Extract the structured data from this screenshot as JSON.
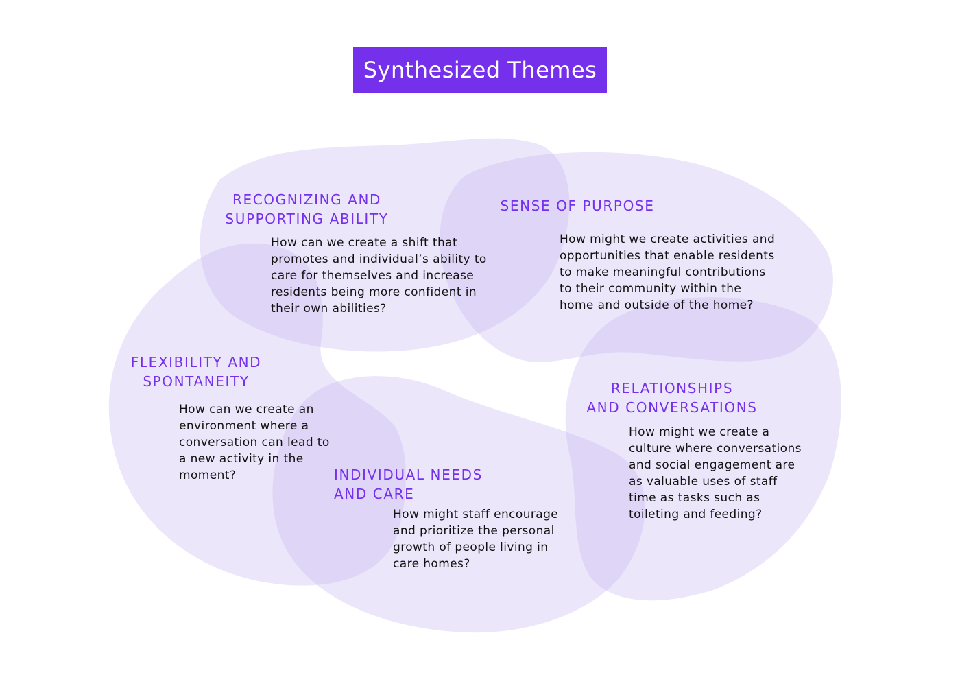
{
  "title": "Synthesized Themes",
  "colors": {
    "accent": "#7530ec",
    "blob": "#c4b2ee",
    "text": "#111111"
  },
  "themes": [
    {
      "heading": "RECOGNIZING AND\nSUPPORTING ABILITY",
      "question": "How can we create a shift that\npromotes and individual’s ability to\ncare for themselves and increase\nresidents being more confident in\ntheir own abilities?"
    },
    {
      "heading": "SENSE OF PURPOSE",
      "question": "How might we create activities and\nopportunities that enable residents\nto make meaningful contributions\nto their community within the\nhome and outside of the home?"
    },
    {
      "heading": "FLEXIBILITY AND\nSPONTANEITY",
      "question": "How can we create an\nenvironment where a\nconversation can lead to\na new activity in the\nmoment?"
    },
    {
      "heading": "INDIVIDUAL NEEDS\nAND CARE",
      "question": "How might staff encourage\nand prioritize the personal\ngrowth of people living in\ncare homes?"
    },
    {
      "heading": "RELATIONSHIPS\nAND CONVERSATIONS",
      "question": "How might we create a\nculture where conversations\nand social engagement are\nas valuable uses of staff\ntime as tasks such as\ntoileting and feeding?"
    }
  ]
}
